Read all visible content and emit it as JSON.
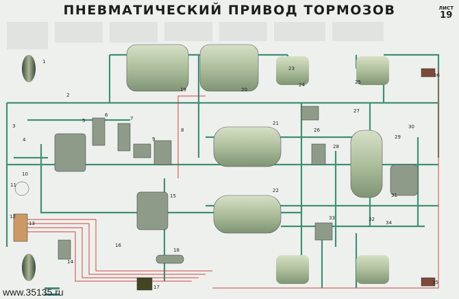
{
  "title": "ПНЕВМАТИЧЕСКИЙ ПРИВОД ТОРМОЗОВ",
  "sheet": {
    "label": "ЛИСТ",
    "number": "19"
  },
  "watermark": "www.35135.ru",
  "colors": {
    "pipe_green": "#3f8f76",
    "pipe_red": "#c8483c",
    "tank": "#b7c6a8",
    "background": "#eef0ee"
  },
  "components": [
    "1",
    "2",
    "3",
    "4",
    "5",
    "6",
    "7",
    "8",
    "9",
    "10",
    "11",
    "12",
    "13",
    "14",
    "15",
    "16",
    "17",
    "18",
    "19",
    "20",
    "21",
    "22",
    "23",
    "24",
    "25",
    "26",
    "27",
    "28",
    "29",
    "30",
    "31",
    "32",
    "33",
    "34",
    "35",
    "36"
  ]
}
